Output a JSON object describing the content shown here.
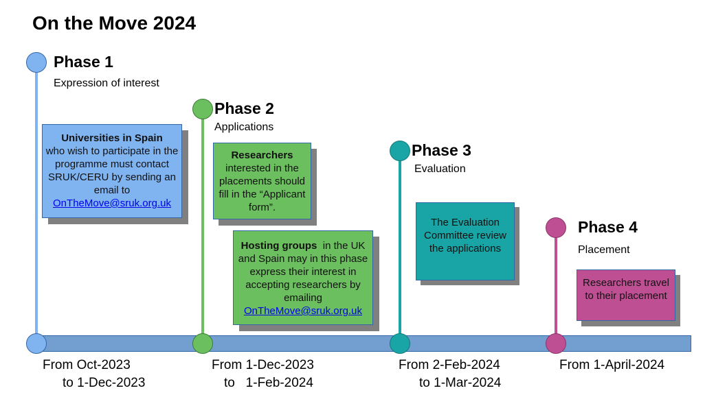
{
  "title": "On the Move 2024",
  "colors": {
    "timeline_bar": "#729fcf",
    "phase1": "#80b4f0",
    "phase2": "#6bbf5e",
    "phase3": "#19a5a5",
    "phase4": "#bf4f93",
    "shadow": "#808080",
    "link": "#0000ee"
  },
  "phases": [
    {
      "title": "Phase 1",
      "subtitle": "Expression of interest",
      "cards": [
        {
          "bold": "Universities in Spain",
          "text": "who wish to participate in the programme must contact SRUK/CERU by sending an email to",
          "link": "OnTheMove@sruk.org.uk"
        }
      ],
      "date_line1": "From Oct-2023",
      "date_line2": "to 1-Dec-2023"
    },
    {
      "title": "Phase 2",
      "subtitle": "Applications",
      "cards": [
        {
          "bold": "Researchers",
          "text": "interested in the placements should fill in the “Applicant form”."
        },
        {
          "bold": "Hosting groups",
          "text": "in the UK and Spain may in this phase express their interest in accepting researchers by emailing",
          "link": "OnTheMove@sruk.org.uk"
        }
      ],
      "date_line1": "From 1-Dec-2023",
      "date_line2": "to   1-Feb-2024"
    },
    {
      "title": "Phase 3",
      "subtitle": "Evaluation",
      "cards": [
        {
          "text": "The Evaluation Committee review the applications"
        }
      ],
      "date_line1": "From 2-Feb-2024",
      "date_line2": "to 1-Mar-2024"
    },
    {
      "title": "Phase 4",
      "subtitle": "Placement",
      "cards": [
        {
          "text": "Researchers travel to their placement"
        }
      ],
      "date_line1": "From 1-April-2024",
      "date_line2": ""
    }
  ]
}
